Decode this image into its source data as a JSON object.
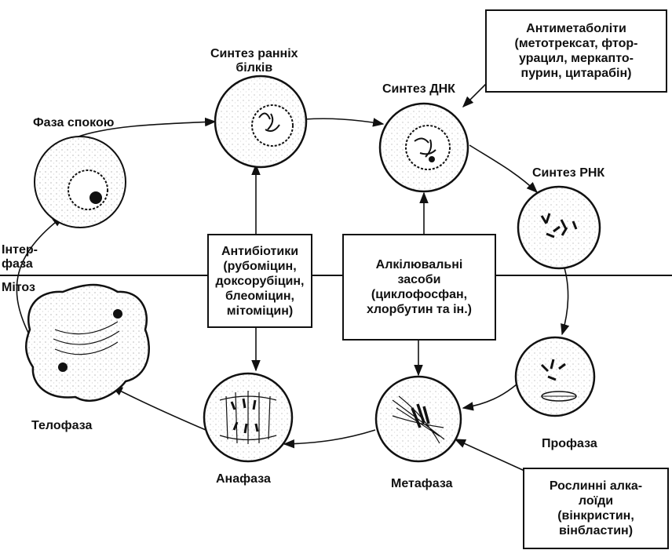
{
  "phases": {
    "rest": "Фаза спокою",
    "early_protein": [
      "Синтез ранніх",
      "білків"
    ],
    "dna": "Синтез ДНК",
    "rna": "Синтез РНК",
    "prophase": "Профаза",
    "metaphase": "Метафаза",
    "anaphase": "Анафаза",
    "telophase": "Телофаза"
  },
  "regions": {
    "interphase": [
      "Інтер-",
      "фаза"
    ],
    "mitosis": "Мітоз"
  },
  "drug_boxes": {
    "antimetabolites": [
      "Антиметаболіти",
      "(метотрексат, фтор-",
      "урацил, меркапто-",
      "пурин, цитарабін)"
    ],
    "antibiotics": [
      "Антибіотики",
      "(рубоміцин,",
      "доксорубіцин,",
      "блеоміцин,",
      "мітоміцин)"
    ],
    "alkylating": [
      "Алкілювальні",
      "засоби",
      "(циклофосфан,",
      "хлорбутин та ін.)"
    ],
    "alkaloids": [
      "Рослинні алка-",
      "лоїди",
      "(вінкристин,",
      "вінбластин)"
    ]
  },
  "colors": {
    "ink": "#111111",
    "cell_fill": "#ffffff",
    "background": "#ffffff"
  }
}
